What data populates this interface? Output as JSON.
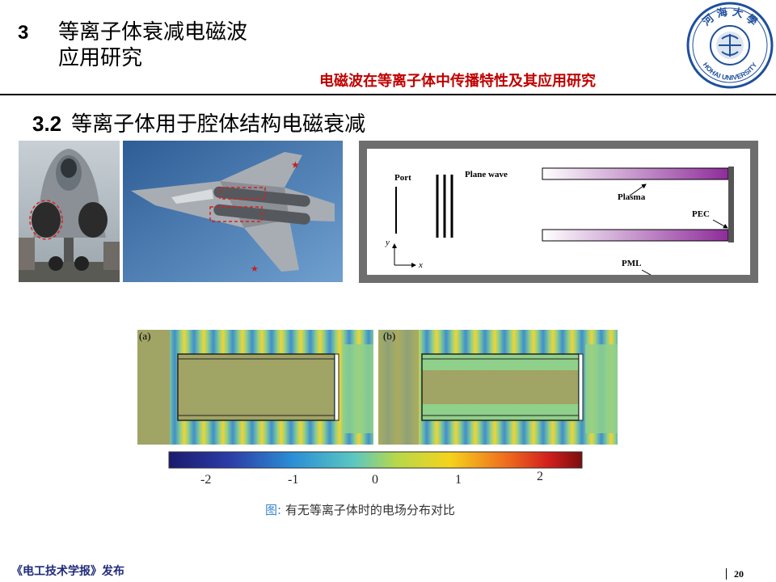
{
  "header": {
    "section_number": "3",
    "section_title_line1": "等离子体衰减电磁波",
    "section_title_line2": "应用研究",
    "subtitle": "电磁波在等离子体中传播特性及其应用研究"
  },
  "logo": {
    "text_top": "河 海 大 學",
    "text_bottom": "HOHAI UNIVERSITY",
    "icon": "university-seal",
    "color": "#1e4f9c"
  },
  "section": {
    "number": "3.2",
    "title": "等离子体用于腔体结构电磁衰减"
  },
  "schematic": {
    "port": "Port",
    "plane_wave": "Plane wave",
    "plasma": "Plasma",
    "pec": "PEC",
    "pml": "PML",
    "axis_x": "x",
    "axis_y": "y"
  },
  "fields": {
    "panel_a": "(a)",
    "panel_b": "(b)",
    "colorbar_ticks": [
      "-2",
      "-1",
      "0",
      "1",
      "2"
    ]
  },
  "caption": {
    "prefix": "图:",
    "text": " 有无等离子体时的电场分布对比"
  },
  "footer": {
    "publisher": "《电工技术学报》发布",
    "page_number": "20"
  },
  "colors": {
    "accent_red": "#c00000",
    "plasma_purple": "#8e2c9a",
    "footer_blue": "#1f2b7a"
  }
}
